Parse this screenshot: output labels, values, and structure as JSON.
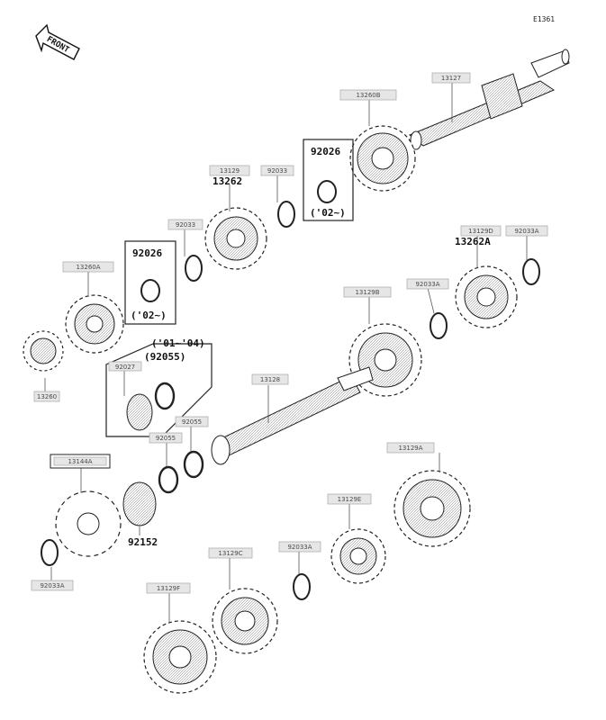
{
  "diagram": {
    "ref_code": "E1361",
    "front_label": "FRONT",
    "parts": [
      {
        "id": "p13127",
        "label": "13127"
      },
      {
        "id": "p13260b",
        "label": "13260B"
      },
      {
        "id": "p92026a",
        "label": "92026"
      },
      {
        "id": "p02a",
        "label": "('02~)"
      },
      {
        "id": "p92033a",
        "label": "92033"
      },
      {
        "id": "p13129",
        "label": "13129"
      },
      {
        "id": "p13262",
        "label": "13262"
      },
      {
        "id": "p92033b",
        "label": "92033"
      },
      {
        "id": "p92026b",
        "label": "92026"
      },
      {
        "id": "p02b",
        "label": "('02~)"
      },
      {
        "id": "p13260a",
        "label": "13260A"
      },
      {
        "id": "p13260",
        "label": "13260"
      },
      {
        "id": "p13129d",
        "label": "13129D"
      },
      {
        "id": "p13262a",
        "label": "13262A"
      },
      {
        "id": "p92033a_r",
        "label": "92033A"
      },
      {
        "id": "p92033a_m",
        "label": "92033A"
      },
      {
        "id": "p13129b",
        "label": "13129B"
      },
      {
        "id": "p0104",
        "label": "('01~'04)"
      },
      {
        "id": "p92055_b",
        "label": "(92055)"
      },
      {
        "id": "p92027",
        "label": "92027"
      },
      {
        "id": "p13128",
        "label": "13128"
      },
      {
        "id": "p92055_1",
        "label": "92055"
      },
      {
        "id": "p92055_2",
        "label": "92055"
      },
      {
        "id": "p13144a",
        "label": "13144A"
      },
      {
        "id": "p92152",
        "label": "92152"
      },
      {
        "id": "p92033a_l",
        "label": "92033A"
      },
      {
        "id": "p13129a",
        "label": "13129A"
      },
      {
        "id": "p13129e",
        "label": "13129E"
      },
      {
        "id": "p92033a_c",
        "label": "92033A"
      },
      {
        "id": "p13129c",
        "label": "13129C"
      },
      {
        "id": "p13129f",
        "label": "13129F"
      }
    ]
  }
}
